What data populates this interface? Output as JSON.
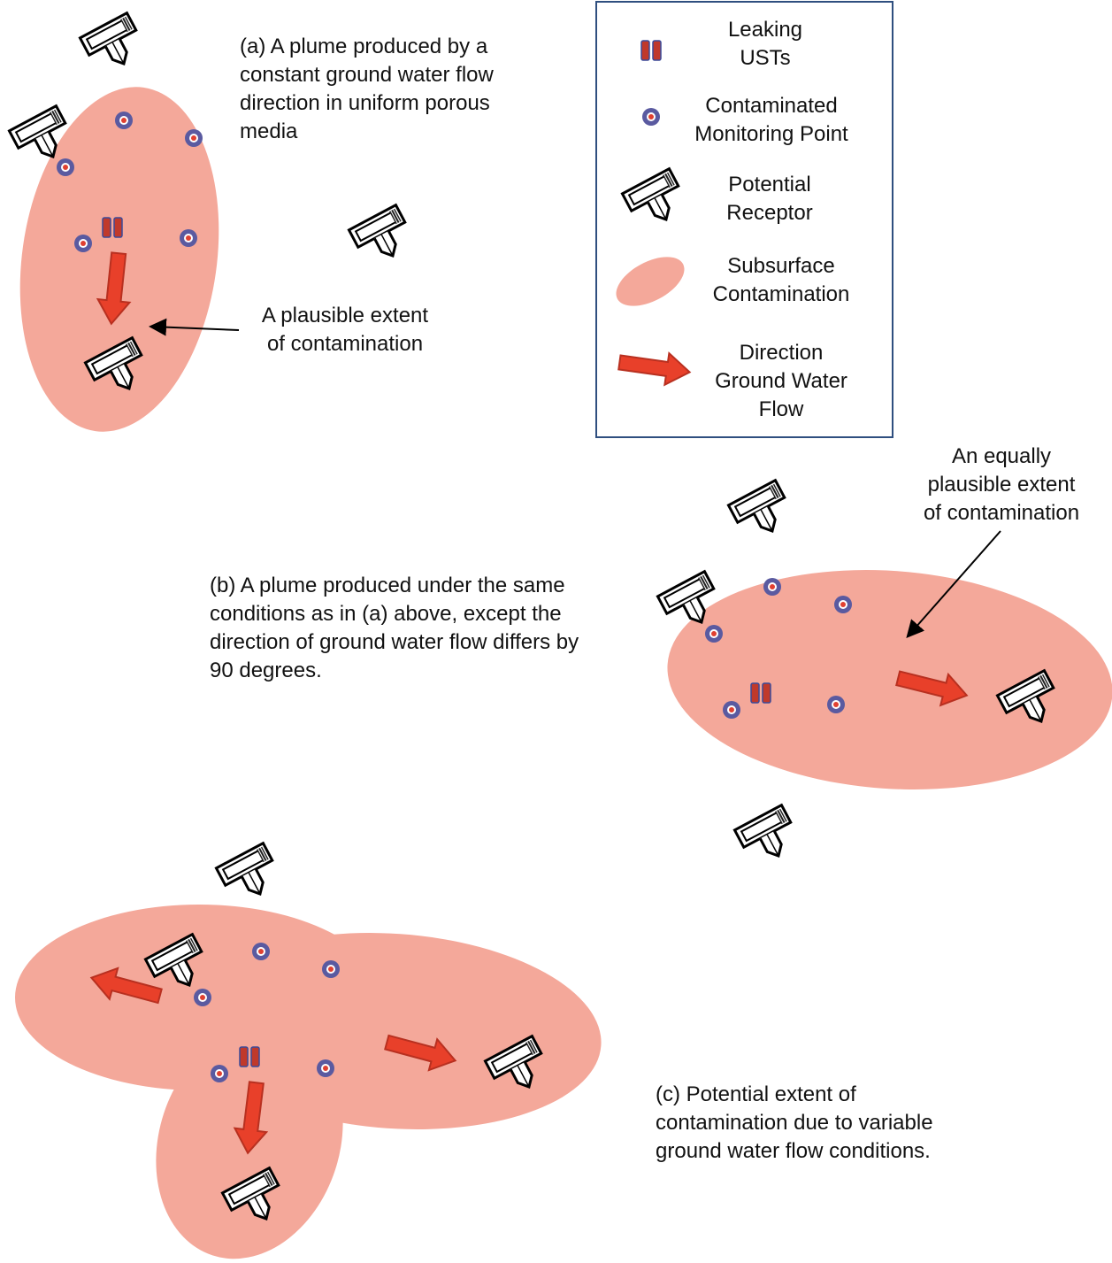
{
  "captions": {
    "a": "(a) A plume produced by a\nconstant ground water flow\ndirection in uniform porous\nmedia",
    "a_note": "A plausible  extent\nof contamination",
    "b": "(b) A plume produced under the same\nconditions as in (a) above,  except  the\ndirection of ground water flow differs by\n90 degrees.",
    "b_note": "An equally\nplausible extent\nof contamination",
    "c": "(c) Potential extent of\ncontamination due to variable\nground water flow conditions."
  },
  "legend": {
    "items": [
      {
        "label": "Leaking\nUSTs",
        "icon": "ust-icon"
      },
      {
        "label": "Contaminated\nMonitoring Point",
        "icon": "monitoring-point-icon"
      },
      {
        "label": "Potential\nReceptor",
        "icon": "receptor-icon"
      },
      {
        "label": "Subsurface\nContamination",
        "icon": "plume-icon"
      },
      {
        "label": "Direction\nGround Water\nFlow",
        "icon": "flow-arrow-icon"
      }
    ]
  },
  "colors": {
    "plume": "#f4a89a",
    "arrow": "#e8402a",
    "arrow_outline": "#b83020",
    "monitoring_ring": "#5a5aa0",
    "monitoring_center": "#e04030",
    "ust_fill": "#c0392b",
    "ust_outline": "#3a4a9a",
    "legend_border": "#2f4f7f"
  }
}
